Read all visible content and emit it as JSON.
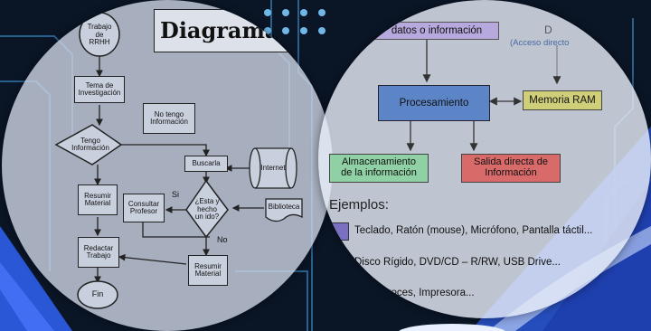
{
  "colors": {
    "page_bg": "#0a1526",
    "circuit": "#2f6f9e",
    "ribbon": "#2a57d6",
    "proc_fill": "#5b85c6",
    "ram_fill": "#cfcf7a",
    "storage_fill": "#8fd0a4",
    "output_fill": "#d96a6a",
    "input_fill": "#b7a9dd"
  },
  "flowchart": {
    "title": "Diagrama de f",
    "start": "Trabajo\nde\nRRHH",
    "topic": "Tema de\nInvestigación",
    "have_info": "Tengo\nInformación",
    "no_info": "No tengo\nInformación",
    "search": "Buscarla",
    "internet": "Internet",
    "library": "Biblioteca",
    "is_done": "¿Esta y\nhecho\nun ido?",
    "consult": "Consultar\nProfesor",
    "summarize_1": "Resumir\nMaterial",
    "summarize_2": "Resumir\nMaterial",
    "write": "Redactar\nTrabajo",
    "end": "Fin",
    "yes": "Si",
    "no": "No"
  },
  "computer": {
    "input_label": "datos o información",
    "direct_access": "(Acceso directo",
    "top_right_partial": "D",
    "processing": "Procesamiento",
    "ram": "Memoria RAM",
    "storage": "Almacenamiento\nde la información",
    "output": "Salida directa de\nInformación",
    "examples_title": "Ejemplos:",
    "examples": [
      "Teclado, Ratón (mouse), Micrófono, Pantalla táctil...",
      "Disco Rígido, DVD/CD – R/RW, USB Drive...",
      "r, Altavoces, Impresora..."
    ]
  }
}
